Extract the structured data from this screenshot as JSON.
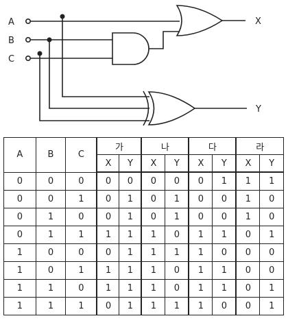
{
  "circuit": {
    "inputs": [
      "A",
      "B",
      "C"
    ],
    "outputs": [
      "X",
      "Y"
    ]
  },
  "table": {
    "inputs": [
      "A",
      "B",
      "C"
    ],
    "groups": [
      "가",
      "나",
      "다",
      "라"
    ],
    "sub": [
      "X",
      "Y"
    ],
    "rows": [
      [
        "0",
        "0",
        "0",
        "0",
        "0",
        "0",
        "0",
        "0",
        "1",
        "1",
        "1"
      ],
      [
        "0",
        "0",
        "1",
        "0",
        "1",
        "0",
        "1",
        "0",
        "0",
        "1",
        "0"
      ],
      [
        "0",
        "1",
        "0",
        "0",
        "1",
        "0",
        "1",
        "0",
        "0",
        "1",
        "0"
      ],
      [
        "0",
        "1",
        "1",
        "1",
        "1",
        "1",
        "0",
        "1",
        "1",
        "0",
        "1"
      ],
      [
        "1",
        "0",
        "0",
        "0",
        "1",
        "1",
        "1",
        "1",
        "0",
        "0",
        "0"
      ],
      [
        "1",
        "0",
        "1",
        "1",
        "1",
        "1",
        "0",
        "1",
        "1",
        "0",
        "0"
      ],
      [
        "1",
        "1",
        "0",
        "1",
        "1",
        "1",
        "0",
        "1",
        "1",
        "0",
        "1"
      ],
      [
        "1",
        "1",
        "1",
        "0",
        "1",
        "1",
        "1",
        "1",
        "0",
        "0",
        "1"
      ]
    ]
  }
}
